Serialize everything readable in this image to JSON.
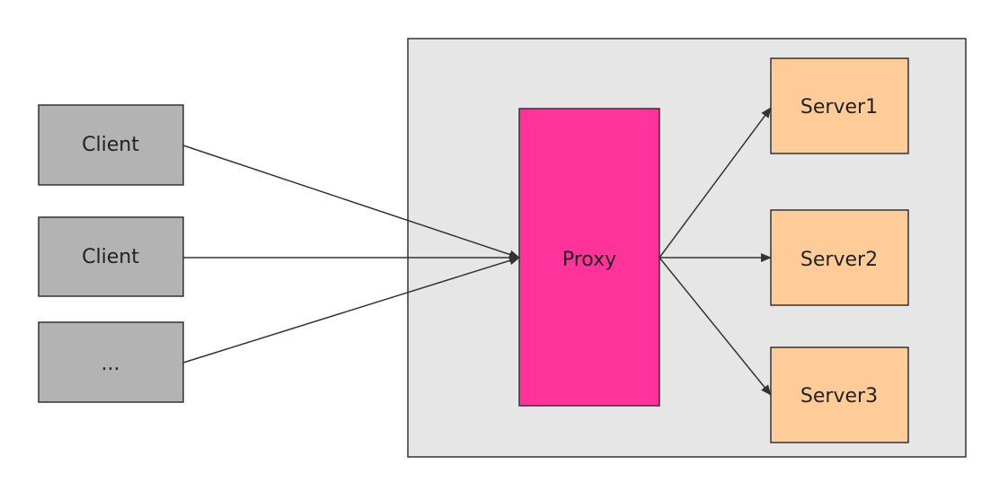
{
  "colors": {
    "background": "#ffffff",
    "container_fill": "#e6e6e6",
    "client_fill": "#b3b3b3",
    "proxy_fill": "#ff3399",
    "server_fill": "#ffcc99",
    "stroke": "#333333"
  },
  "clients": [
    {
      "label": "Client"
    },
    {
      "label": "Client"
    },
    {
      "label": "..."
    }
  ],
  "proxy": {
    "label": "Proxy"
  },
  "servers": [
    {
      "label": "Server1"
    },
    {
      "label": "Server2"
    },
    {
      "label": "Server3"
    }
  ]
}
